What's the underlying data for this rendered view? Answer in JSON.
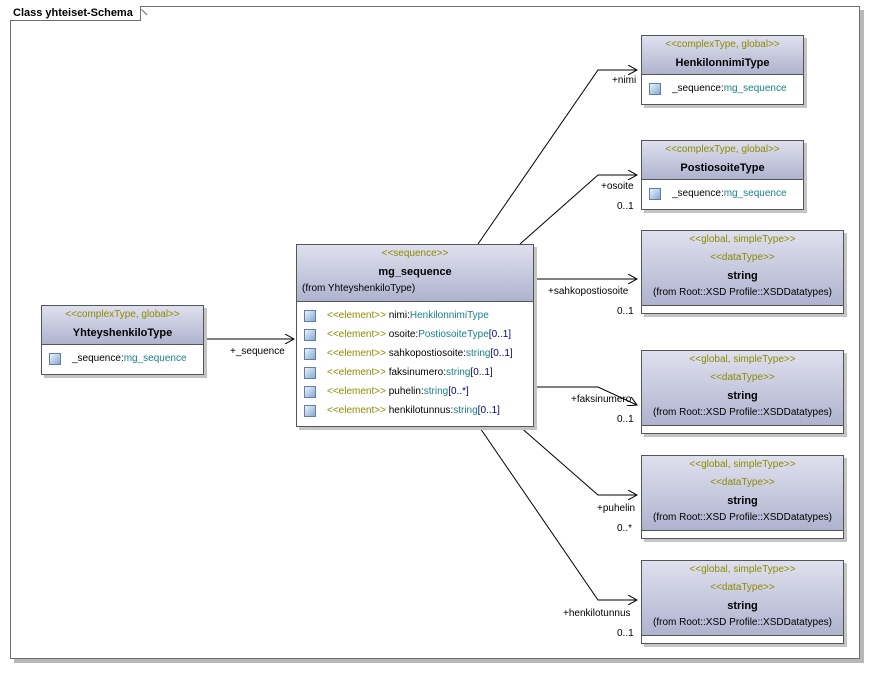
{
  "frame": {
    "title": "Class yhteiset-Schema"
  },
  "yhteyshenkilo": {
    "stereotype": "<<complexType, global>>",
    "name": "YhteyshenkiloType",
    "attr_name": "_sequence",
    "attr_type": "mg_sequence"
  },
  "mg_sequence": {
    "stereotype": "<<sequence>>",
    "name": "mg_sequence",
    "from": "(from YhteyshenkiloType)",
    "elements": [
      {
        "kw": "<<element>>",
        "name": "nimi",
        "type": "HenkilonnimiType",
        "mult": ""
      },
      {
        "kw": "<<element>>",
        "name": "osoite",
        "type": "PostiosoiteType",
        "mult": "[0..1]"
      },
      {
        "kw": "<<element>>",
        "name": "sahkopostiosoite",
        "type": "string",
        "mult": "[0..1]"
      },
      {
        "kw": "<<element>>",
        "name": "faksinumero",
        "type": "string",
        "mult": "[0..1]"
      },
      {
        "kw": "<<element>>",
        "name": "puhelin",
        "type": "string",
        "mult": "[0..*]"
      },
      {
        "kw": "<<element>>",
        "name": "henkilotunnus",
        "type": "string",
        "mult": "[0..1]"
      }
    ]
  },
  "henkilonnimi": {
    "stereotype": "<<complexType, global>>",
    "name": "HenkilonnimiType",
    "attr_name": "_sequence",
    "attr_type": "mg_sequence"
  },
  "postiosoite": {
    "stereotype": "<<complexType, global>>",
    "name": "PostiosoiteType",
    "attr_name": "_sequence",
    "attr_type": "mg_sequence"
  },
  "string_type": {
    "stereotype1": "<<global, simpleType>>",
    "stereotype2": "<<dataType>>",
    "name": "string",
    "from": "(from Root::XSD Profile::XSDDatatypes)"
  },
  "links": {
    "sequence_role": "+_sequence",
    "nimi_role": "+nimi",
    "osoite_role": "+osoite",
    "osoite_mult": "0..1",
    "sahko_role": "+sahkopostiosoite",
    "sahko_mult": "0..1",
    "faksi_role": "+faksinumero",
    "faksi_mult": "0..1",
    "puhelin_role": "+puhelin",
    "puhelin_mult": "0..*",
    "henkilo_role": "+henkilotunnus",
    "henkilo_mult": "0..1"
  }
}
